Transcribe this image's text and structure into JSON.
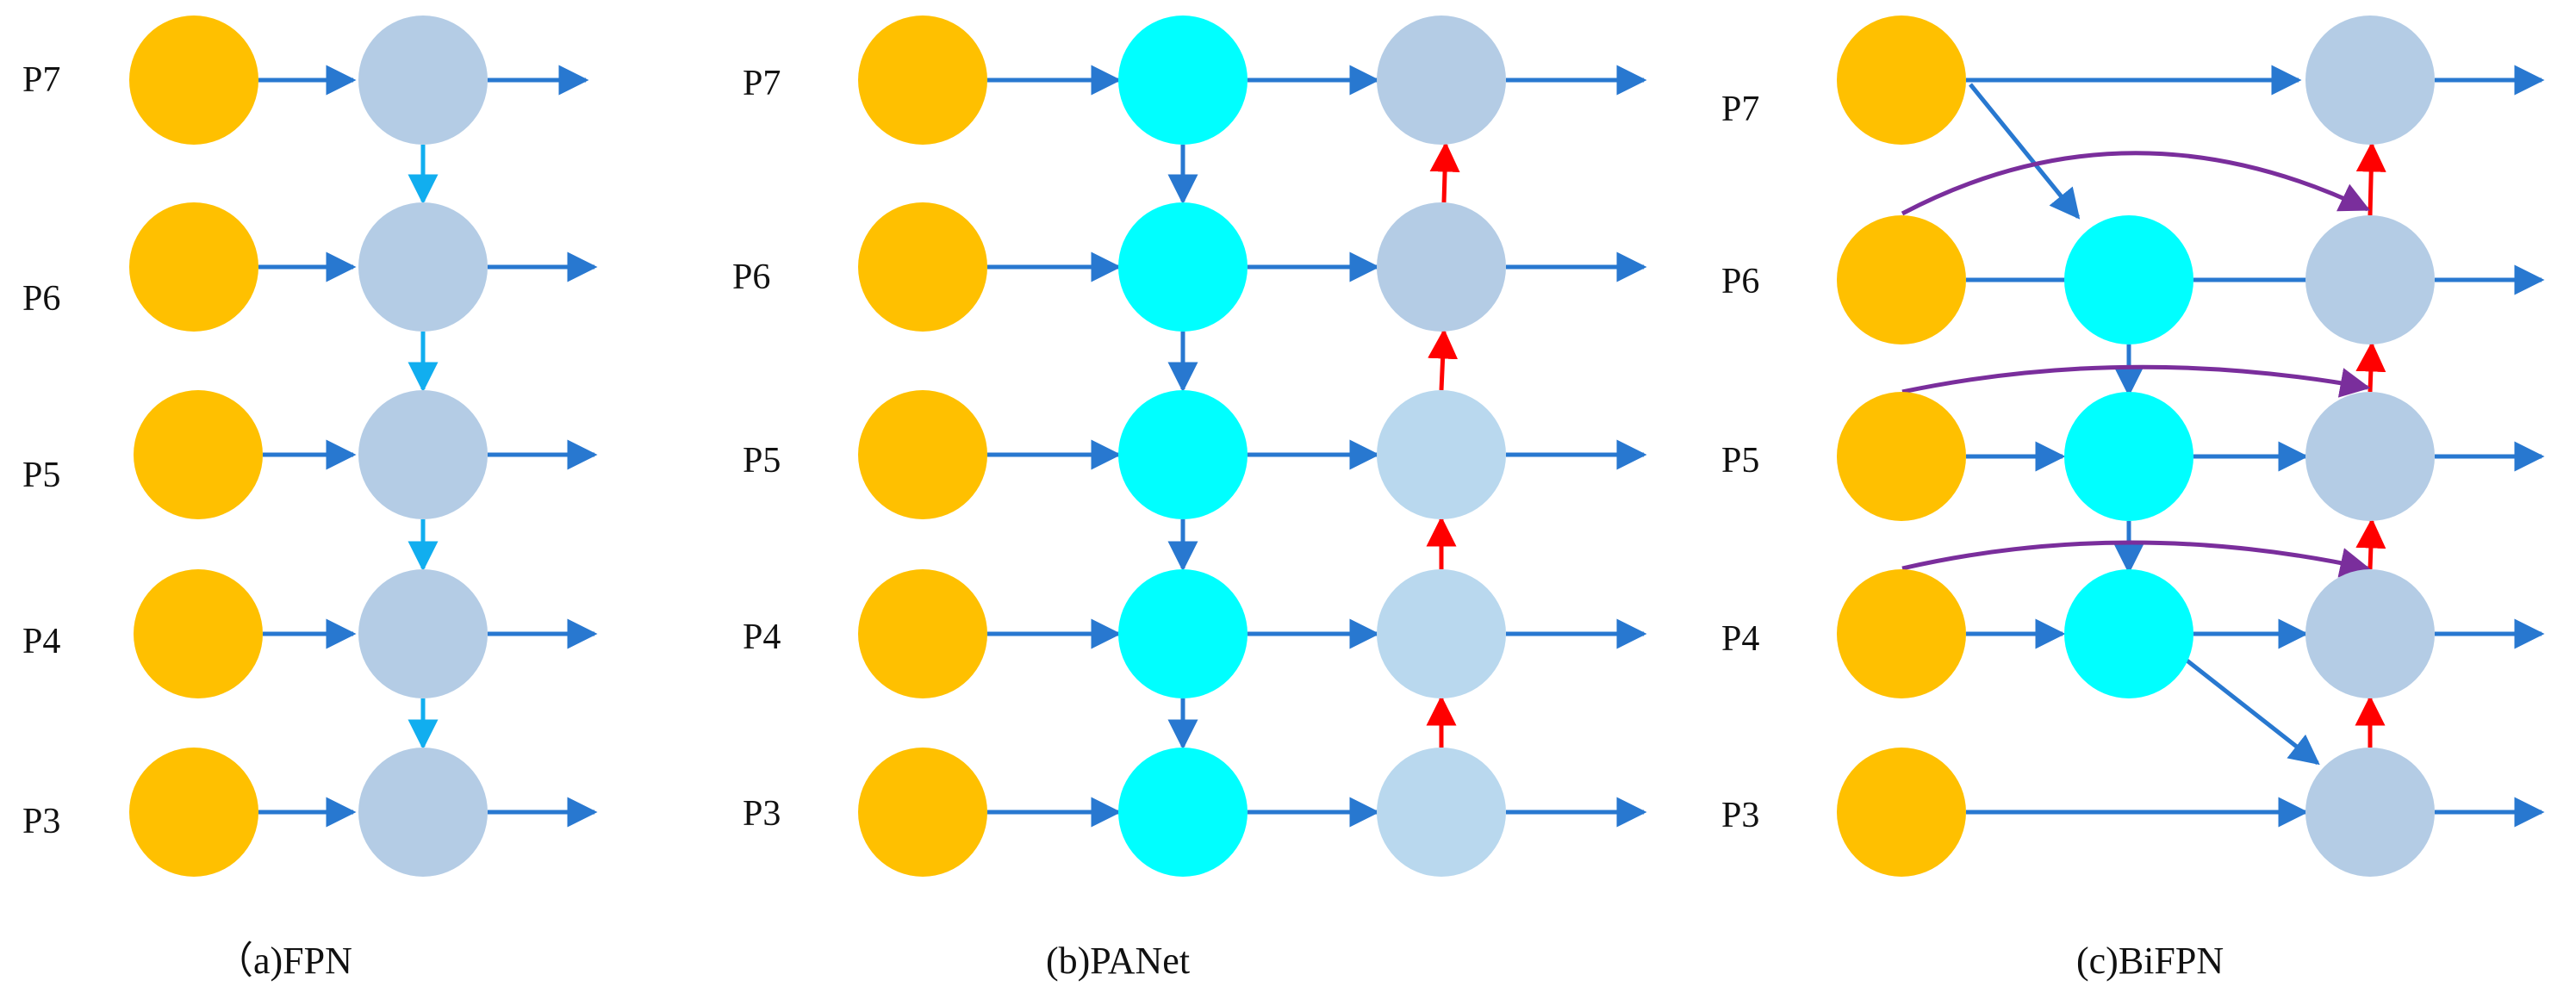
{
  "colors": {
    "input": "#FFC000",
    "output": "#B4CCE5",
    "output_light": "#B9D8EE",
    "intermediate": "#00FFFF",
    "lateral": "#2878D0",
    "fpn_topdown": "#11AEEF",
    "bottomup": "#FF0000",
    "skip": "#7A2E9C"
  },
  "diagrams": [
    {
      "caption": "（a)FPN",
      "levels": [
        "P7",
        "P6",
        "P5",
        "P4",
        "P3"
      ],
      "has_intermediate": false
    },
    {
      "caption": "(b)PANet",
      "levels": [
        "P7",
        "P6",
        "P5",
        "P4",
        "P3"
      ],
      "has_intermediate": true
    },
    {
      "caption": "(c)BiFPN",
      "levels": [
        "P7",
        "P6",
        "P5",
        "P4",
        "P3"
      ],
      "has_intermediate": true,
      "intermediate_levels": [
        "P6",
        "P5",
        "P4"
      ]
    }
  ]
}
